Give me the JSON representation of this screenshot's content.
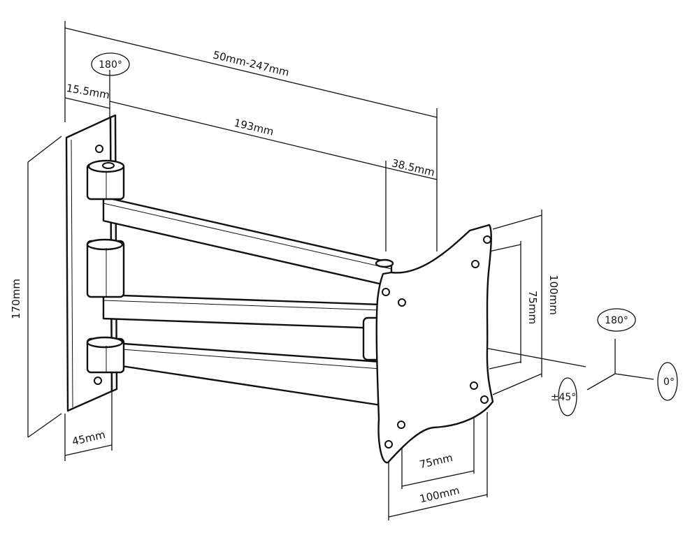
{
  "dimensions": {
    "overall_depth": "50mm-247mm",
    "plate_offset": "15.5mm",
    "arm_length": "193mm",
    "head_offset": "38.5mm",
    "height": "170mm",
    "plate_depth": "45mm",
    "vesa_v_small": "75mm",
    "vesa_v_large": "100mm",
    "vesa_h_small": "75mm",
    "vesa_h_large": "100mm"
  },
  "rotation": {
    "wall_swivel": "180°",
    "head_swivel": "180°",
    "tilt": "±45°",
    "rotate": "0°"
  }
}
